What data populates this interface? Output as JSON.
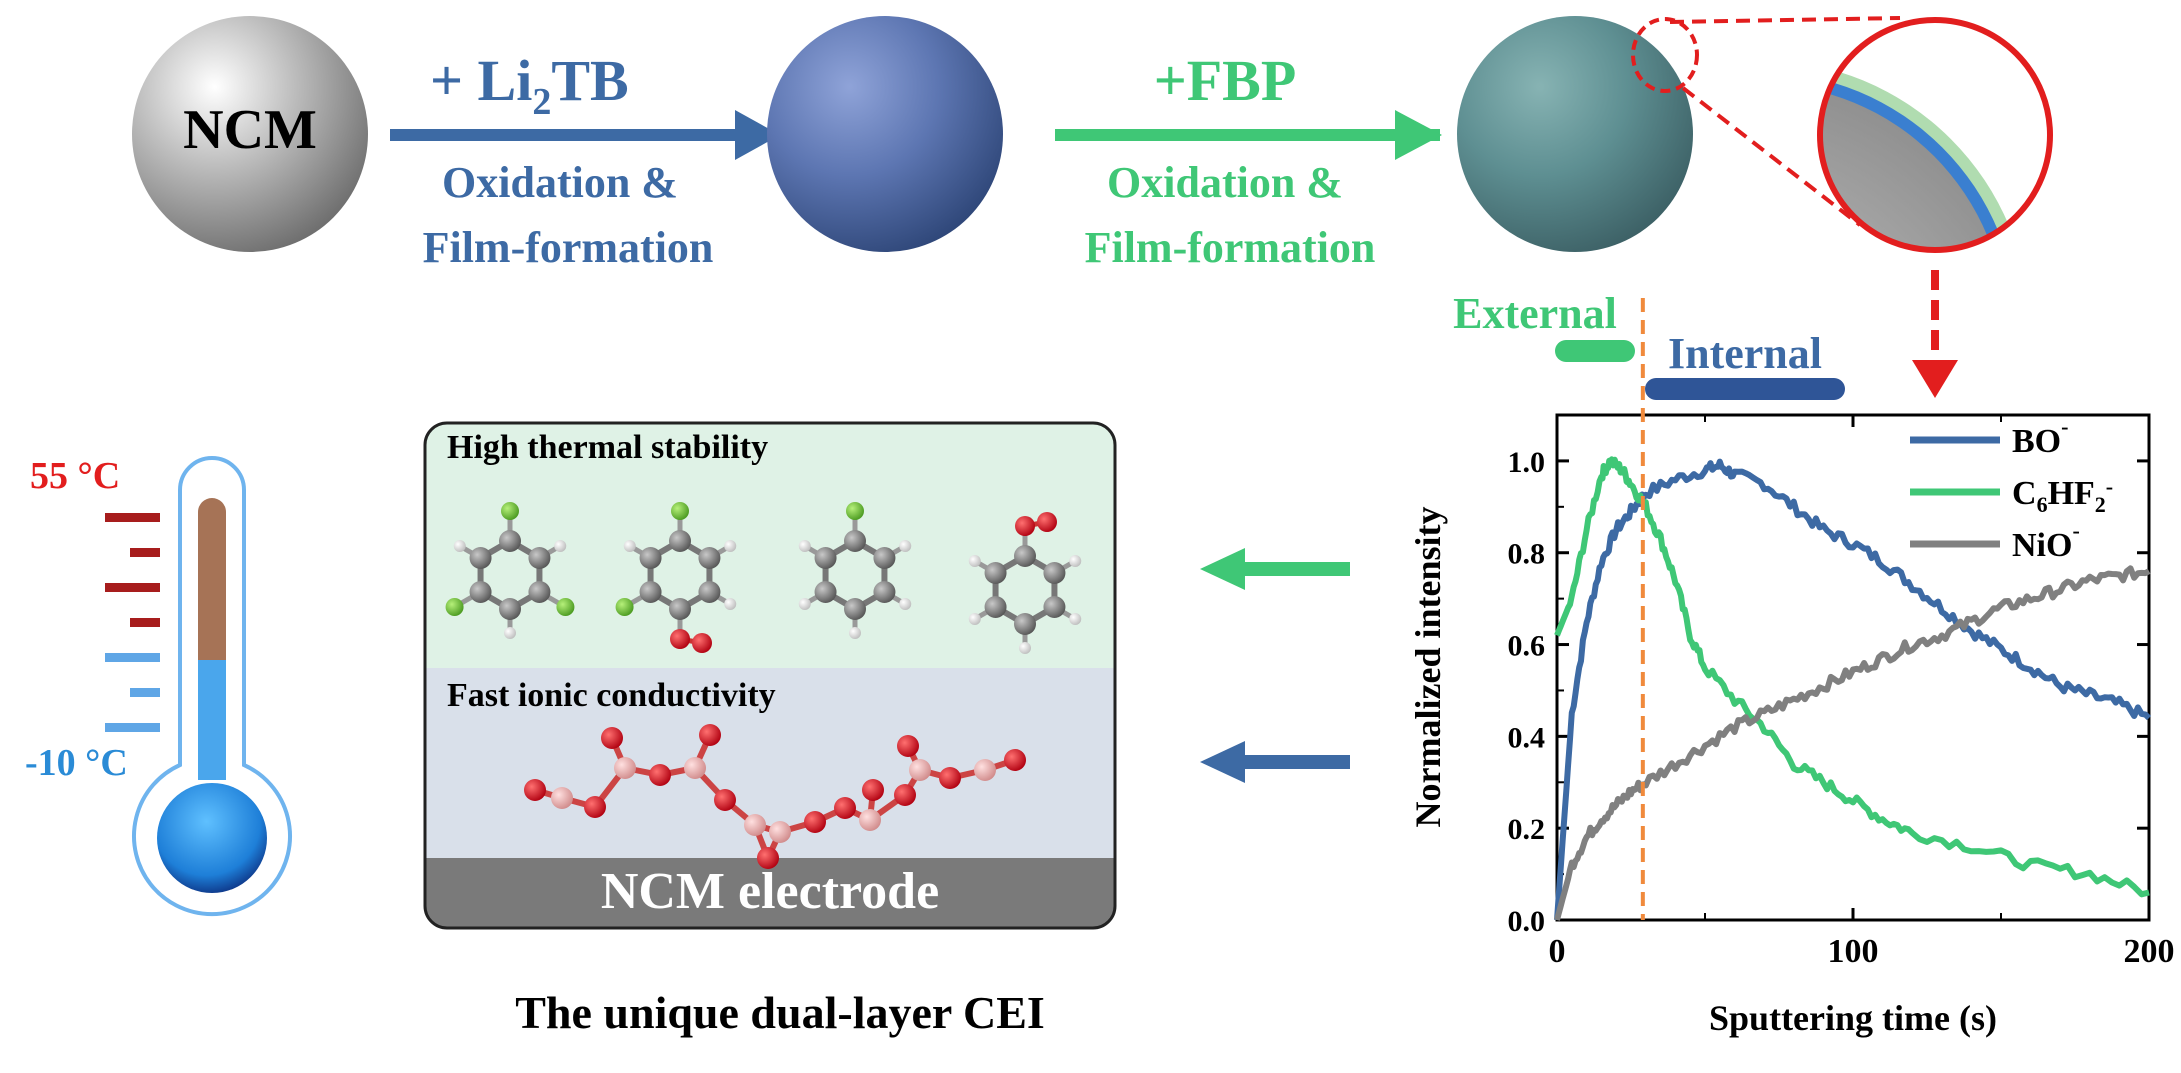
{
  "colors": {
    "blue": "#3d6aa4",
    "green": "#3fc776",
    "red": "#e21e1e",
    "gray": "#808080",
    "orange": "#f08a3c",
    "panel_green": "#dff2e6",
    "panel_blue": "#d9e0ea",
    "panel_gray": "#7a7a7a"
  },
  "process": {
    "ncm_label": "NCM",
    "step1": {
      "additive": "+ Li",
      "additive_sub": "2",
      "additive_rest": "TB",
      "line1": "Oxidation &",
      "line2": "Film-formation"
    },
    "step2": {
      "additive": "+FBP",
      "line1": "Oxidation &",
      "line2": "Film-formation"
    }
  },
  "layers": {
    "external": "External",
    "internal": "Internal"
  },
  "thermometer": {
    "high": "55 °C",
    "low": "-10 °C"
  },
  "panel": {
    "top_title": "High thermal stability",
    "mid_title": "Fast ionic conductivity",
    "bottom_label": "NCM electrode",
    "caption": "The unique dual-layer CEI"
  },
  "chart_data": {
    "type": "line",
    "xlabel": "Sputtering time (s)",
    "ylabel": "Normalized intensity",
    "xlim": [
      0,
      200
    ],
    "ylim": [
      0,
      1.1
    ],
    "x_ticks": [
      "0",
      "100",
      "200"
    ],
    "y_ticks": [
      "0.0",
      "0.2",
      "0.4",
      "0.6",
      "0.8",
      "1.0"
    ],
    "legend_position": "top-right",
    "annotation": {
      "vertical_dashed_line_x": 29
    },
    "series": [
      {
        "name": "BO",
        "name_sup": "-",
        "color": "#3d6aa4",
        "x": [
          0,
          5,
          10,
          15,
          20,
          25,
          30,
          40,
          50,
          55,
          60,
          70,
          80,
          90,
          100,
          110,
          120,
          130,
          140,
          150,
          160,
          170,
          180,
          190,
          200
        ],
        "y": [
          0.0,
          0.45,
          0.65,
          0.78,
          0.85,
          0.89,
          0.93,
          0.96,
          0.98,
          0.99,
          0.97,
          0.95,
          0.9,
          0.85,
          0.82,
          0.78,
          0.73,
          0.68,
          0.63,
          0.59,
          0.55,
          0.51,
          0.49,
          0.47,
          0.44
        ]
      },
      {
        "name": "C",
        "name_sub1": "6",
        "name_mid": "HF",
        "name_sub2": "2",
        "name_sup": "-",
        "color": "#3fc776",
        "x": [
          0,
          5,
          10,
          15,
          18,
          22,
          25,
          30,
          35,
          40,
          45,
          50,
          60,
          70,
          80,
          90,
          100,
          110,
          120,
          140,
          160,
          180,
          200
        ],
        "y": [
          0.62,
          0.7,
          0.85,
          0.97,
          1.0,
          0.98,
          0.95,
          0.9,
          0.83,
          0.74,
          0.62,
          0.55,
          0.48,
          0.42,
          0.34,
          0.3,
          0.26,
          0.22,
          0.19,
          0.16,
          0.12,
          0.1,
          0.06
        ]
      },
      {
        "name": "NiO",
        "name_sup": "-",
        "color": "#808080",
        "x": [
          0,
          5,
          10,
          15,
          20,
          25,
          30,
          40,
          50,
          60,
          70,
          80,
          90,
          100,
          110,
          120,
          130,
          140,
          150,
          160,
          170,
          180,
          190,
          200
        ],
        "y": [
          0.0,
          0.12,
          0.18,
          0.22,
          0.25,
          0.28,
          0.3,
          0.34,
          0.38,
          0.42,
          0.45,
          0.48,
          0.51,
          0.54,
          0.57,
          0.6,
          0.62,
          0.65,
          0.68,
          0.7,
          0.72,
          0.74,
          0.75,
          0.76
        ]
      }
    ]
  }
}
